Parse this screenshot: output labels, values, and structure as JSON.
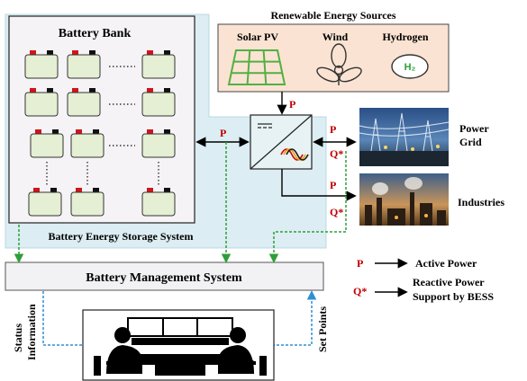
{
  "battery_bank": {
    "title": "Battery Bank"
  },
  "bess_label": "Battery Energy Storage System",
  "renewables": {
    "title": "Renewable Energy Sources",
    "sources": [
      {
        "label": "Solar PV",
        "icon": "solar-panel-icon"
      },
      {
        "label": "Wind",
        "icon": "wind-turbine-icon"
      },
      {
        "label": "Hydrogen",
        "icon": "hydrogen-icon",
        "symbol": "H₂"
      }
    ]
  },
  "flows": {
    "p": "P",
    "q": "Q*"
  },
  "outputs": {
    "power_grid": [
      "Power",
      "Grid"
    ],
    "industries": "Industries"
  },
  "bms_title": "Battery Management System",
  "side_labels": {
    "status": [
      "Status",
      "Information"
    ],
    "setpoints": "Set Points"
  },
  "legend": {
    "items": [
      {
        "symbol": "P",
        "lines": [
          "Active Power"
        ]
      },
      {
        "symbol": "Q*",
        "lines": [
          "Reactive Power",
          "Support by BESS"
        ]
      }
    ]
  },
  "colors": {
    "bess_region": "#dcedf3",
    "battery_bank_bg": "#f5f3f6",
    "renewables_bg": "#fbe3d3",
    "bms_bg": "#f2f1f4",
    "battery_cell": "#e4efd3",
    "terminal_red": "#d0141c",
    "terminal_black": "#111111",
    "solar_green": "#52b043",
    "accent_red": "#c00000",
    "signal_green": "#2e9e3a",
    "signal_blue": "#2e8fd6"
  }
}
